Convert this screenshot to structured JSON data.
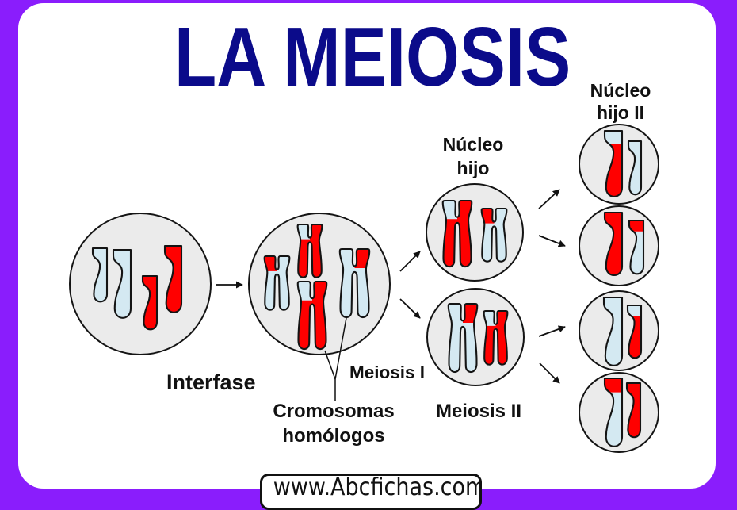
{
  "title": "LA MEIOSIS",
  "colors": {
    "frame": "#8a1dfc",
    "panel": "#ffffff",
    "title": "#0b0b8a",
    "text": "#111111",
    "cell_fill": "#ebebeb",
    "outline": "#141414",
    "red": "#ff0000",
    "blue": "#d4e9f2"
  },
  "labels": {
    "daughter_nucleus_ii": [
      "Núcleo",
      "hijo II"
    ],
    "daughter_nucleus": [
      "Núcleo",
      "hijo"
    ],
    "interfase": "Interfase",
    "meiosis_1": "Meiosis I",
    "homologous_chromosomes": [
      "Cromosomas",
      "homólogos"
    ],
    "meiosis_2": "Meiosis II"
  },
  "footer": {
    "website": "www.Abcfichas.com"
  },
  "cells": [
    {
      "id": "interfase",
      "stage": "Interfase",
      "chromosomes": [
        {
          "type": "single",
          "color": "blue"
        },
        {
          "type": "single",
          "color": "blue"
        },
        {
          "type": "single",
          "color": "red"
        },
        {
          "type": "single",
          "color": "red"
        }
      ]
    },
    {
      "id": "meiosis-1",
      "stage": "Meiosis I",
      "chromosomes": [
        {
          "type": "double",
          "color": "blue",
          "tip_color": "red",
          "tip": "top-left"
        },
        {
          "type": "double",
          "color": "red",
          "tip_color": "blue",
          "tip": "top-left"
        },
        {
          "type": "double",
          "color": "red",
          "tip_color": "blue",
          "tip": "top-left"
        },
        {
          "type": "double",
          "color": "blue",
          "tip_color": "red",
          "tip": "top-right"
        }
      ]
    },
    {
      "id": "daughter-1",
      "stage": "Núcleo hijo",
      "chromosomes": [
        {
          "type": "double",
          "color": "red",
          "tip_color": "blue",
          "tip": "top-left"
        },
        {
          "type": "double",
          "color": "blue",
          "tip_color": "red",
          "tip": "top-left"
        }
      ]
    },
    {
      "id": "daughter-2",
      "stage": "Núcleo hijo",
      "chromosomes": [
        {
          "type": "double",
          "color": "blue",
          "tip_color": "red",
          "tip": "top-right"
        },
        {
          "type": "double",
          "color": "red",
          "tip_color": "blue",
          "tip": "top-left"
        }
      ]
    },
    {
      "id": "daughter-ii-1",
      "stage": "Núcleo hijo II",
      "chromosomes": [
        {
          "type": "single",
          "color": "red",
          "tip_color": "blue",
          "tip": "top"
        },
        {
          "type": "single",
          "color": "blue"
        }
      ]
    },
    {
      "id": "daughter-ii-2",
      "stage": "Núcleo hijo II",
      "chromosomes": [
        {
          "type": "single",
          "color": "red"
        },
        {
          "type": "single",
          "color": "blue",
          "tip_color": "red",
          "tip": "top"
        }
      ]
    },
    {
      "id": "daughter-ii-3",
      "stage": "Núcleo hijo II",
      "chromosomes": [
        {
          "type": "single",
          "color": "blue"
        },
        {
          "type": "single",
          "color": "red",
          "tip_color": "blue",
          "tip": "top"
        }
      ]
    },
    {
      "id": "daughter-ii-4",
      "stage": "Núcleo hijo II",
      "chromosomes": [
        {
          "type": "single",
          "color": "blue",
          "tip_color": "red",
          "tip": "top"
        },
        {
          "type": "single",
          "color": "red"
        }
      ]
    }
  ]
}
